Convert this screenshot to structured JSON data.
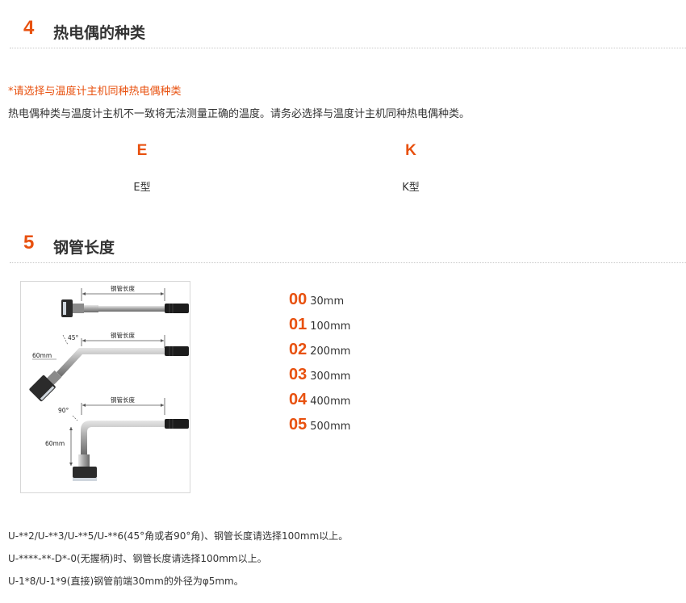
{
  "section4": {
    "number": "4",
    "title": "热电偶的种类",
    "note": "*请选择与温度计主机同种热电偶种类",
    "description": "热电偶种类与温度计主机不一致将无法测量正确的温度。请务必选择与温度计主机同种热电偶种类。",
    "types": [
      {
        "code": "E",
        "label": "E型"
      },
      {
        "code": "K",
        "label": "K型"
      }
    ]
  },
  "section5": {
    "number": "5",
    "title": "钢管长度",
    "diagram": {
      "pipe_length_label": "钢管长度",
      "angle45": "45°",
      "angle90": "90°",
      "len60_a": "60mm",
      "len60_b": "60mm"
    },
    "lengths": [
      {
        "code": "00",
        "value": "30mm"
      },
      {
        "code": "01",
        "value": "100mm"
      },
      {
        "code": "02",
        "value": "200mm"
      },
      {
        "code": "03",
        "value": "300mm"
      },
      {
        "code": "04",
        "value": "400mm"
      },
      {
        "code": "05",
        "value": "500mm"
      }
    ]
  },
  "footnotes": [
    "U-**2/U-**3/U-**5/U-**6(45°角或者90°角)、钢管长度请选择100mm以上。",
    "U-****-**-D*-0(无握柄)时、钢管长度请选择100mm以上。",
    "U-1*8/U-1*9(直接)钢管前端30mm的外径为φ5mm。"
  ],
  "colors": {
    "accent": "#e8510f",
    "text": "#333333"
  }
}
